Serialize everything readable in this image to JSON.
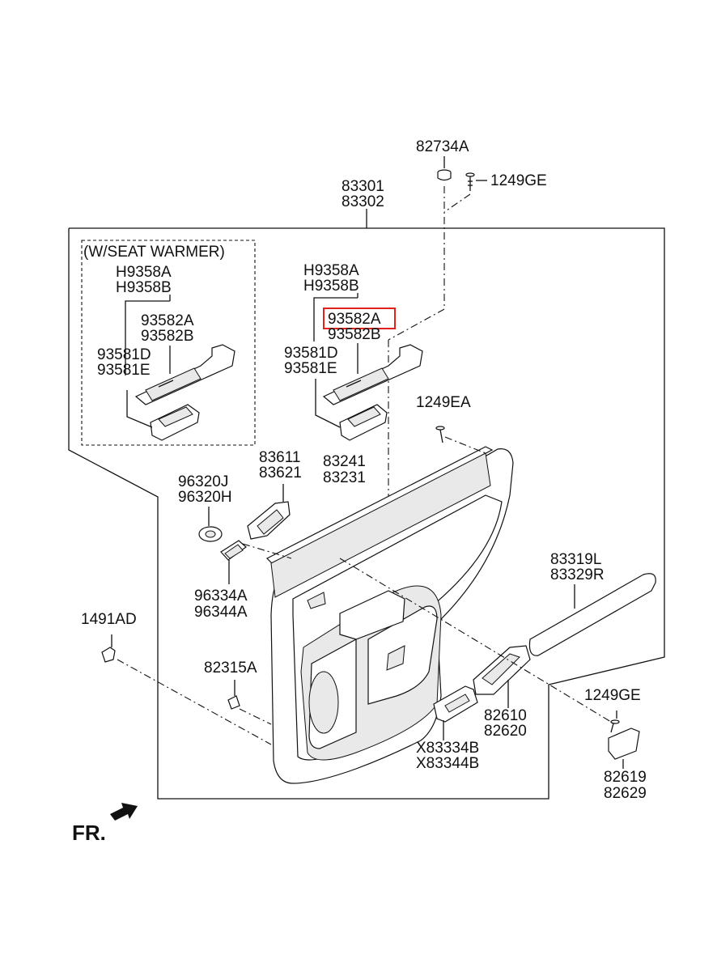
{
  "labels": {
    "p82734A": "82734A",
    "p1249GE_top": "1249GE",
    "p83301": "83301",
    "p83302": "83302",
    "seat_warmer": "(W/SEAT WARMER)",
    "l_H9358A": "H9358A",
    "l_H9358B": "H9358B",
    "l_93582A": "93582A",
    "l_93582B": "93582B",
    "l_93581D": "93581D",
    "l_93581E": "93581E",
    "r_H9358A": "H9358A",
    "r_H9358B": "H9358B",
    "r_93582A": "93582A",
    "r_93582B": "93582B",
    "r_93581D": "93581D",
    "r_93581E": "93581E",
    "p1249EA": "1249EA",
    "p96320J": "96320J",
    "p96320H": "96320H",
    "p83611": "83611",
    "p83621": "83621",
    "p83241": "83241",
    "p83231": "83231",
    "p96334A": "96334A",
    "p96344A": "96344A",
    "p83319L": "83319L",
    "p83329R": "83329R",
    "p1491AD": "1491AD",
    "p82315A": "82315A",
    "p1249GE_right": "1249GE",
    "p82610": "82610",
    "p82620": "82620",
    "pX83334B": "X83334B",
    "pX83344B": "X83344B",
    "p82619": "82619",
    "p82629": "82629",
    "front": "FR."
  },
  "highlighted_part": "93582A",
  "colors": {
    "line": "#111111",
    "highlight": "#e0201b",
    "background": "#ffffff"
  }
}
